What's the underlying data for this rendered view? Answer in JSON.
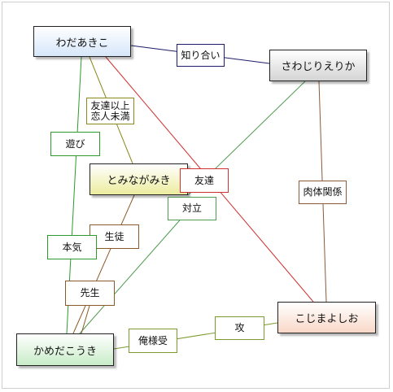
{
  "nodes": {
    "wada": "わだあきこ",
    "sawaji": "さわじりえりか",
    "tomi": "とみながみき",
    "kojima": "こじまよしお",
    "kame": "かめだこうき"
  },
  "labels": {
    "shiri": "知り合い",
    "tomo2_line1": "友達以上",
    "tomo2_line2": "恋人未満",
    "asobi": "遊び",
    "tomo": "友達",
    "tai": "対立",
    "niku": "肉体関係",
    "sei": "生徒",
    "hon": "本気",
    "sen": "先生",
    "ore": "俺様受",
    "kou": "攻"
  },
  "colors": {
    "shiri": "#1c1c6a",
    "tomo2": "#8a8a1c",
    "asobi": "#2e9a2e",
    "tomo": "#d03030",
    "tai": "#4e9a4e",
    "niku": "#8a5a3a",
    "sensei": "#8a5a2a",
    "ore": "#7a9a2e"
  }
}
